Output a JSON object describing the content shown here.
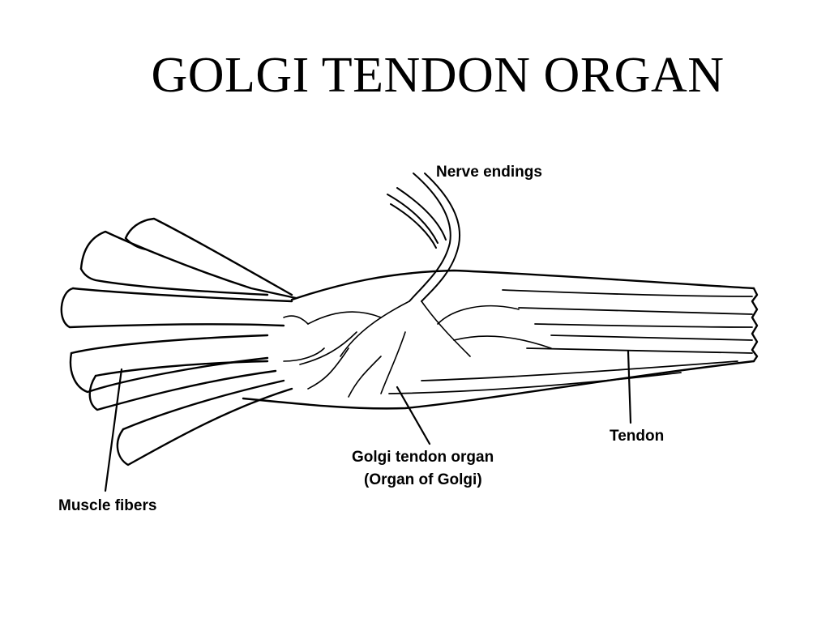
{
  "slide": {
    "title": "GOLGI TENDON ORGAN"
  },
  "labels": {
    "nerve_endings": "Nerve endings",
    "tendon": "Tendon",
    "gto_line1": "Golgi tendon organ",
    "gto_line2": "(Organ of Golgi)",
    "muscle_fibers": "Muscle fibers"
  }
}
